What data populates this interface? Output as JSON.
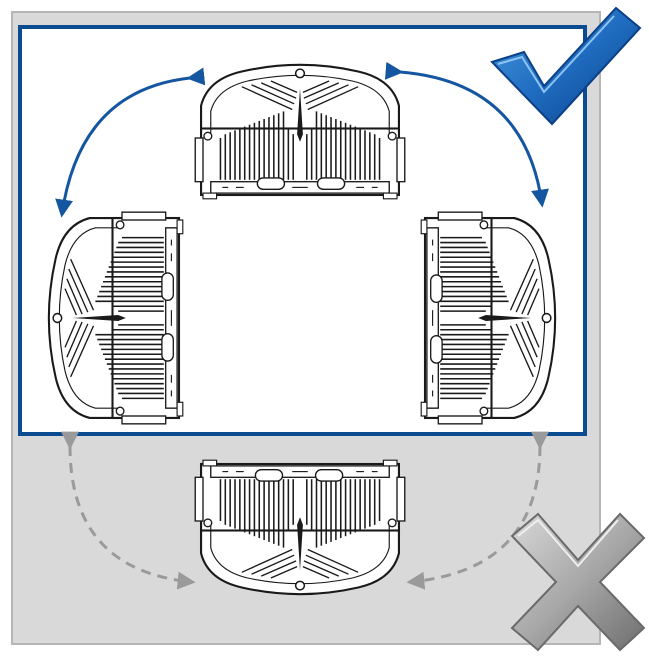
{
  "diagram": {
    "allowed_region_color": "#ffffff",
    "forbidden_region_color": "#d9d9d9",
    "allowed_border_color": "#0a4c8f",
    "arrow_color_allowed": "#1556a0",
    "arrow_color_forbidden": "#9a9a9a",
    "check_icon": "check-mark-icon",
    "cross_icon": "cross-mark-icon",
    "orientations": [
      {
        "id": "top",
        "allowed": true,
        "rotation": 0
      },
      {
        "id": "left",
        "allowed": true,
        "rotation": -90
      },
      {
        "id": "right",
        "allowed": true,
        "rotation": 90
      },
      {
        "id": "bottom",
        "allowed": false,
        "rotation": 180
      }
    ],
    "device_glyphs": {
      "top": ">",
      "left": ">",
      "right": "<",
      "bottom": ">"
    }
  }
}
